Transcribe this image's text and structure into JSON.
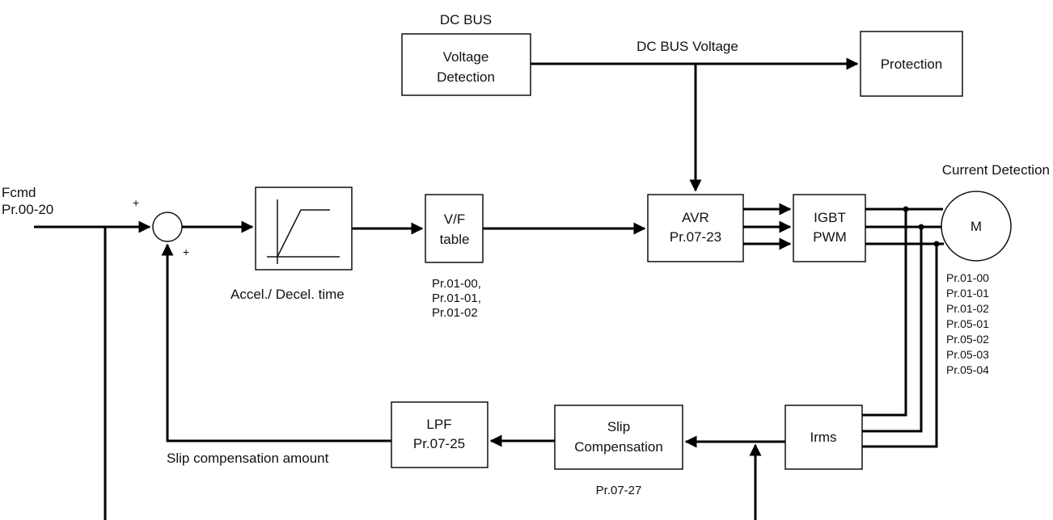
{
  "labels": {
    "dc_bus": "DC BUS",
    "dc_bus_voltage": "DC BUS Voltage",
    "current_detection": "Current Detection",
    "fcmd": "Fcmd",
    "fcmd_param": "Pr.00-20",
    "plus_top": "+",
    "plus_bottom": "+",
    "accel_decel": "Accel./ Decel. time",
    "slip_comp_amount": "Slip compensation amount",
    "vf_params": [
      "Pr.01-00,",
      "Pr.01-01,",
      "Pr.01-02"
    ],
    "motor_params": [
      "Pr.01-00",
      "Pr.01-01",
      "Pr.01-02",
      "Pr.05-01",
      "Pr.05-02",
      "Pr.05-03",
      "Pr.05-04"
    ],
    "slip_param": "Pr.07-27"
  },
  "blocks": {
    "voltage_detection": [
      "Voltage",
      "Detection"
    ],
    "protection": "Protection",
    "vf_table": [
      "V/F",
      "table"
    ],
    "avr": [
      "AVR",
      "Pr.07-23"
    ],
    "igbt": [
      "IGBT",
      "PWM"
    ],
    "motor": "M",
    "lpf": [
      "LPF",
      "Pr.07-25"
    ],
    "slip_compensation": [
      "Slip",
      "Compensation"
    ],
    "irms": "Irms"
  }
}
